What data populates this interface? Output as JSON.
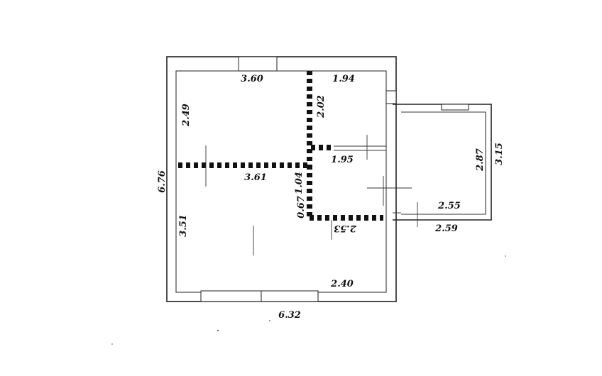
{
  "plan": {
    "dims": {
      "overall_height": "6.76",
      "overall_width": "6.32",
      "room1_top": "3.60",
      "room1_side": "2.49",
      "room2_top": "1.94",
      "room2_side": "2.02",
      "partition_lower": "1.95",
      "corridor_len": "3.61",
      "small_v": "1.04",
      "small_v2": "0.67",
      "hall_inverted": "2.53",
      "big_room_side": "3.51",
      "big_room_bottom": "2.40",
      "annex_inner_side": "2.87",
      "annex_outer_side": "3.15",
      "annex_inner_width": "2.55",
      "annex_outer_width": "2.59"
    }
  }
}
